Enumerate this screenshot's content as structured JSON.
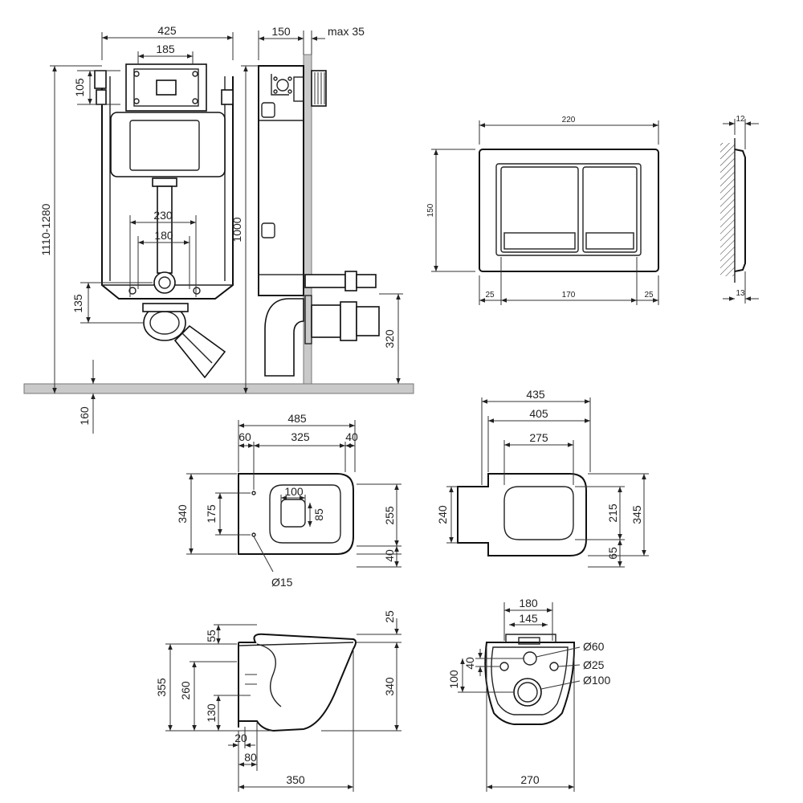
{
  "frame_front": {
    "width_total": "425",
    "width_plate": "185",
    "top_offset": "105",
    "height_range": "1110-1280",
    "outlet_spacing_a": "230",
    "outlet_spacing_b": "180",
    "outlet_height": "135",
    "floor_below": "160"
  },
  "frame_side": {
    "depth": "150",
    "max_wall": "max 35",
    "height": "1000",
    "drain_height": "320"
  },
  "flush_plate": {
    "width": "220",
    "height": "150",
    "left_margin": "25",
    "inner_width": "170",
    "right_margin": "25",
    "side_top": "12",
    "side_bottom": "13"
  },
  "bowl_top_left": {
    "total_length": "485",
    "rear_offset": "60",
    "mid_length": "325",
    "front_offset": "40",
    "hole_inner": "100",
    "side_total": "340",
    "hole_spacing": "175",
    "inner_height": "85",
    "right_height": "255",
    "right_bottom": "40",
    "hole_diameter": "Ø15"
  },
  "bowl_top_right": {
    "w_total": "435",
    "w_mid": "405",
    "w_inner": "275",
    "left_height": "240",
    "inner_height": "215",
    "total_height": "345",
    "bottom_offset": "65"
  },
  "bowl_side": {
    "top_gap": "25",
    "rim_height": "55",
    "total_height": "355",
    "wall_height": "260",
    "drain_height": "130",
    "right_height": "340",
    "wall_gap": "20",
    "drain_depth": "80",
    "length": "350"
  },
  "bowl_rear": {
    "bolt_outer": "180",
    "bolt_inner": "145",
    "dia_top": "Ø60",
    "dia_mid": "Ø25",
    "dia_outlet": "Ø100",
    "spacing_small": "40",
    "spacing_large": "100",
    "width": "270"
  }
}
